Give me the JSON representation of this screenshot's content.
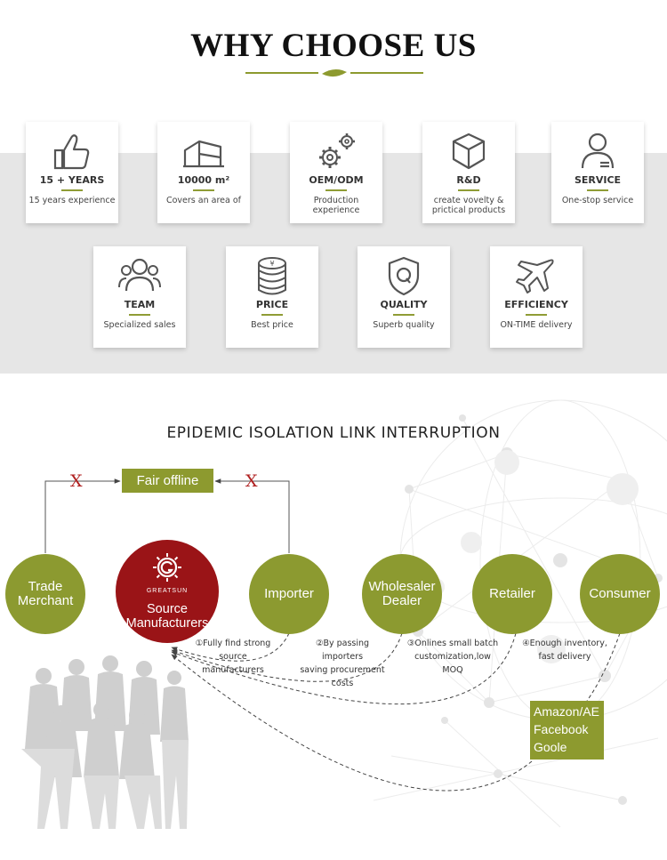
{
  "header": {
    "title": "WHY CHOOSE US"
  },
  "colors": {
    "accent": "#8d9a2f",
    "brand": "#9a1417",
    "band": "#e6e6e6"
  },
  "cards": [
    {
      "icon": "thumbs-up-icon",
      "title": "15 + YEARS",
      "desc": "15 years experience"
    },
    {
      "icon": "factory-icon",
      "title": "10000 m²",
      "desc": "Covers an area of"
    },
    {
      "icon": "gears-icon",
      "title": "OEM/ODM",
      "desc": "Production experience"
    },
    {
      "icon": "box-icon",
      "title": "R&D",
      "desc": "create vovelty & prictical products"
    },
    {
      "icon": "user-service-icon",
      "title": "SERVICE",
      "desc": "One-stop service"
    },
    {
      "icon": "team-icon",
      "title": "TEAM",
      "desc": "Specialized sales"
    },
    {
      "icon": "coins-icon",
      "title": "PRICE",
      "desc": "Best price"
    },
    {
      "icon": "shield-q-icon",
      "title": "QUALITY",
      "desc": "Superb quality"
    },
    {
      "icon": "airplane-icon",
      "title": "EFFICIENCY",
      "desc": "ON-TIME delivery"
    }
  ],
  "diagram": {
    "subtitle": "EPIDEMIC  ISOLATION  LINK INTERRUPTION",
    "fair": "Fair offline",
    "blocked_mark": "X",
    "brand_logo_text": "GREATSUN",
    "nodes": [
      {
        "line1": "Trade",
        "line2": "Merchant"
      },
      {
        "line1": "Source",
        "line2": "Manufacturers"
      },
      {
        "line1": "Importer",
        "line2": ""
      },
      {
        "line1": "Wholesaler",
        "line2": "Dealer"
      },
      {
        "line1": "Retailer",
        "line2": ""
      },
      {
        "line1": "Consumer",
        "line2": ""
      }
    ],
    "notes": [
      {
        "line1": "①Fully find strong",
        "line2": "source manufacturers"
      },
      {
        "line1": "②By passing importers",
        "line2": "saving procurement costs"
      },
      {
        "line1": "③Onlines small batch",
        "line2": "customization,low MOQ"
      },
      {
        "line1": "④Enough inventory,",
        "line2": "fast delivery"
      }
    ],
    "platform": [
      "Amazon/AE",
      "Facebook",
      "Goole"
    ]
  }
}
